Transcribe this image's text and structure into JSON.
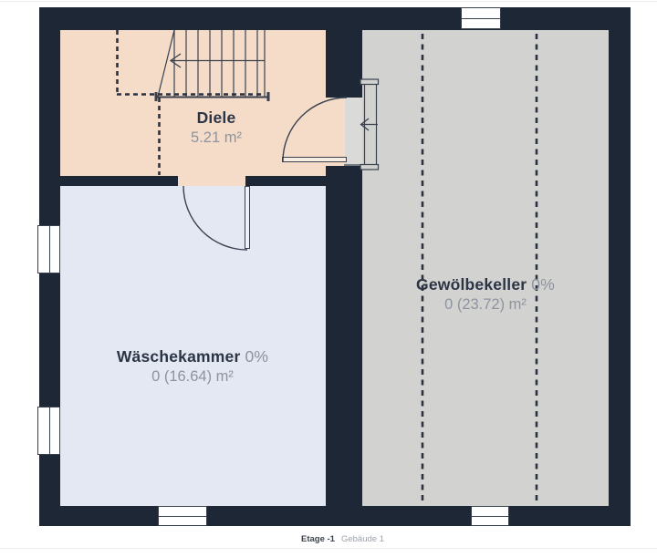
{
  "rooms": [
    {
      "name": "Diele",
      "area": "5.21 m²"
    },
    {
      "name": "Wäschekammer",
      "percent": "0%",
      "area": "0 (16.64) m²"
    },
    {
      "name": "Gewölbekeller",
      "percent": "0%",
      "area": "0 (23.72) m²"
    }
  ],
  "footer": {
    "floor": "Etage -1",
    "building": "Gebäude 1"
  },
  "colors": {
    "wall": "#1e2735",
    "diele_floor": "#f5dcc8",
    "waeschekammer_floor": "#e3e8f3",
    "gewoelbekeller_floor": "#d2d2d0",
    "doorway_floor": "#dadad8",
    "plan_line": "#39414f",
    "room_name_text": "#2c3546",
    "room_area_text": "#8e939f",
    "footer_floor_text": "#3c434f",
    "footer_building_text": "#9ba1ab"
  }
}
